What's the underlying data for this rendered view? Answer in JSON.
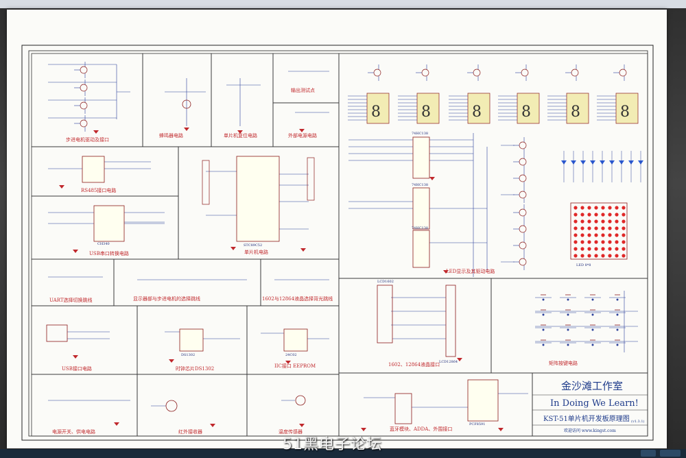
{
  "sections": [
    {
      "id": "stepper",
      "label": "步进电机驱动及接口"
    },
    {
      "id": "buzzer",
      "label": "蜂鸣器电路"
    },
    {
      "id": "reset",
      "label": "单片机复位电路"
    },
    {
      "id": "testpoint",
      "label": "输出测试点"
    },
    {
      "id": "power",
      "label": "外部电源电路"
    },
    {
      "id": "rs485",
      "label": "RS485接口电路"
    },
    {
      "id": "usbserial",
      "label": "USB串口转换电路"
    },
    {
      "id": "mcu",
      "label": "单片机电路"
    },
    {
      "id": "uart",
      "label": "UART选择切换跳线"
    },
    {
      "id": "jumper",
      "label": "显示器部与步进电机的选择跳线"
    },
    {
      "id": "lcdjumper",
      "label": "1602与12864液晶选择背光跳线"
    },
    {
      "id": "led",
      "label": "LED显示及其驱动电路"
    },
    {
      "id": "usbport",
      "label": "USB接口电路"
    },
    {
      "id": "rtc",
      "label": "时钟芯片DS1302"
    },
    {
      "id": "eeprom",
      "label": "IIC接口 EEPROM"
    },
    {
      "id": "lcd",
      "label": "1602、12864液晶接口"
    },
    {
      "id": "keys",
      "label": "矩阵按键电路"
    },
    {
      "id": "switch",
      "label": "电源开关、供电电路"
    },
    {
      "id": "ir",
      "label": "红外接收器"
    },
    {
      "id": "temp",
      "label": "温度传感器"
    },
    {
      "id": "adda",
      "label": "蓝牙模块、ADDA、外围接口"
    }
  ],
  "title_block": {
    "studio": "金沙滩工作室",
    "slogan": "In Doing We Learn!",
    "board": "KST-51单片机开发板原理图",
    "version": "(v1.3.1)",
    "site": "欢迎访问 www.kingst.com"
  },
  "watermark": "51黑电子论坛",
  "ic_labels": {
    "mcu": "STC89C52",
    "hc138_a": "74HC138",
    "hc138_b": "74HC138",
    "hc138_c": "74HC138",
    "usb_chip": "CH340",
    "rtc_chip": "DS1302",
    "eeprom_chip": "24C02",
    "adc_chip": "PCF8591",
    "lcd_port": "LCD1602",
    "lcd12864": "LCD12864",
    "ledmatrix": "LED 8*8"
  },
  "colors": {
    "paper": "#fbfbf8",
    "wire": "#2a3f9a",
    "caption": "#c0282c",
    "frame": "#222",
    "led": "#e02828",
    "seg": "#f2ecb4"
  }
}
